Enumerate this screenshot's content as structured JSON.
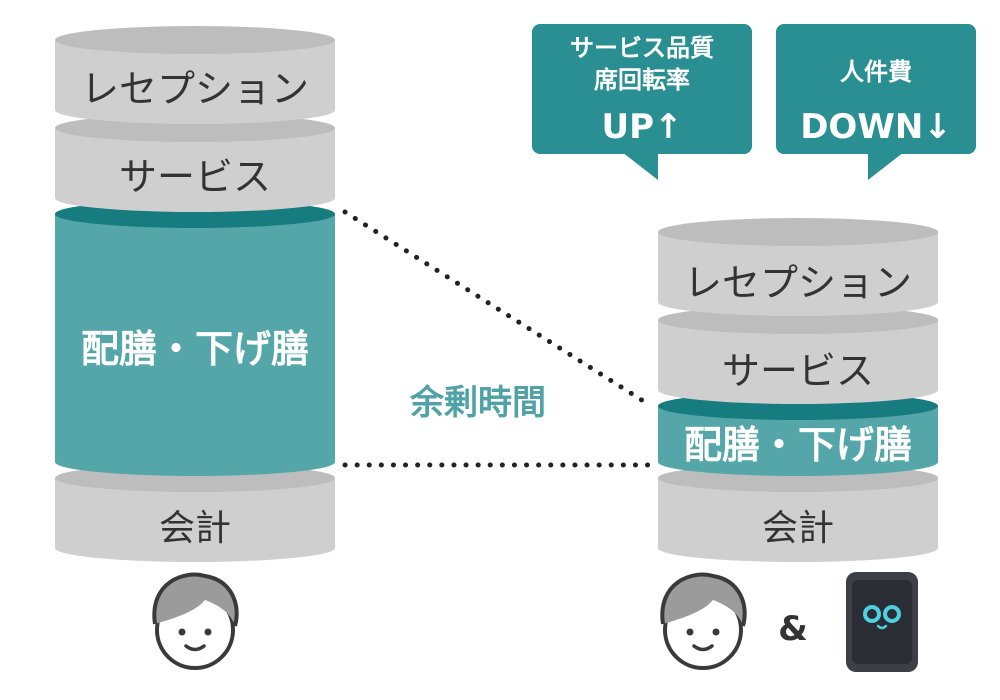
{
  "colors": {
    "gray_side": "#cfcfcf",
    "gray_top": "#bdbdbd",
    "teal_side": "#55a6a8",
    "teal_top": "#167c80",
    "teal_label": "#4fa3a6",
    "bubble": "#2a8f93",
    "text_dark": "#333333",
    "text_light": "#ffffff",
    "dots": "#222222",
    "person_fill": "#ffffff",
    "person_stroke": "#3a3a3a",
    "person_hair": "#9b9b9b",
    "phone_body": "#3c3f45",
    "phone_screen": "#2a2d33",
    "robot_eye": "#4dd0e1"
  },
  "left_stack": {
    "layers": [
      {
        "label": "レセプション",
        "kind": "gray"
      },
      {
        "label": "サービス",
        "kind": "gray"
      },
      {
        "label": "配膳・下げ膳",
        "kind": "teal"
      },
      {
        "label": "会計",
        "kind": "gray"
      }
    ]
  },
  "right_stack": {
    "layers": [
      {
        "label": "レセプション",
        "kind": "gray"
      },
      {
        "label": "サービス",
        "kind": "gray"
      },
      {
        "label": "配膳・下げ膳",
        "kind": "teal"
      },
      {
        "label": "会計",
        "kind": "gray"
      }
    ]
  },
  "spare_time_label": "余剰時間",
  "bubbles": [
    {
      "lines": [
        "サービス品質",
        "席回転率"
      ],
      "big": "UP↑"
    },
    {
      "lines": [
        "人件費"
      ],
      "big": "DOWN↓"
    }
  ],
  "ampersand": "&",
  "icons": {
    "left_person": "person-icon",
    "right_person": "person-icon",
    "robot": "robot-icon"
  }
}
